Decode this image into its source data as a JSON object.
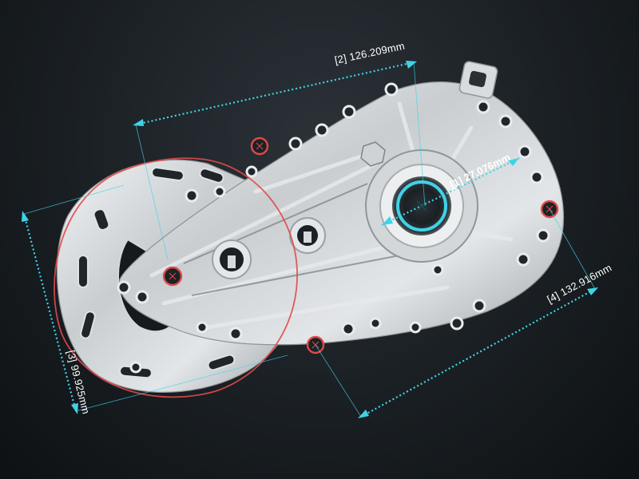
{
  "scene": {
    "background": "#1a1f23",
    "accent_color": "#3fd3e6",
    "highlight_color": "#e04a4a",
    "object": "die-cast-housing-part"
  },
  "measurements": [
    {
      "id": "1",
      "label": "[1] 27.076mm",
      "value": 27.076,
      "unit": "mm",
      "type": "diameter"
    },
    {
      "id": "2",
      "label": "[2] 126.209mm",
      "value": 126.209,
      "unit": "mm",
      "type": "distance"
    },
    {
      "id": "3",
      "label": "[3] 99.925mm",
      "value": 99.925,
      "unit": "mm",
      "type": "distance"
    },
    {
      "id": "4",
      "label": "[4] 132.916mm",
      "value": 132.916,
      "unit": "mm",
      "type": "distance"
    }
  ]
}
